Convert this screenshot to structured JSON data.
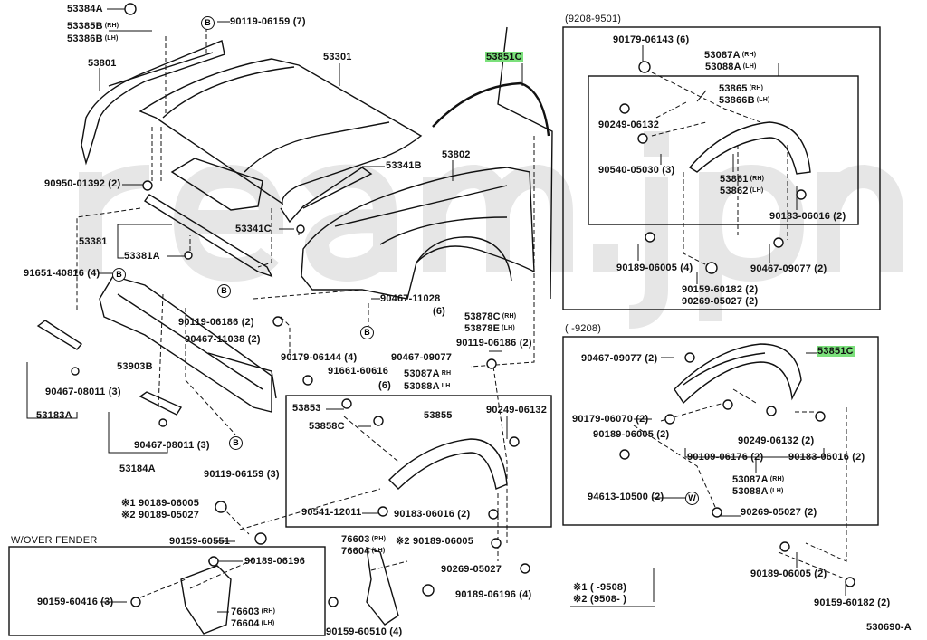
{
  "watermark": "ream.jpn",
  "highlight_color": "#7be07b",
  "labels": [
    {
      "text": "53384A"
    },
    {
      "text": "53385B",
      "sub": "(RH)"
    },
    {
      "text": "53386B",
      "sub": "(LH)"
    },
    {
      "text": "90119-06159 (7)"
    },
    {
      "text": "53801"
    },
    {
      "text": "53301"
    },
    {
      "text": "53851C",
      "highlight": true
    },
    {
      "text": "53802"
    },
    {
      "text": "53341B"
    },
    {
      "text": "90950-01392 (2)"
    },
    {
      "text": "53341C"
    },
    {
      "text": "53381"
    },
    {
      "text": "53381A"
    },
    {
      "text": "91651-40816 (4)"
    },
    {
      "text": "90467-11028"
    },
    {
      "text": "(6)"
    },
    {
      "text": "53878C",
      "sub": "(RH)"
    },
    {
      "text": "53878E",
      "sub": "(LH)"
    },
    {
      "text": "90119-06186 (2)"
    },
    {
      "text": "90119-06186 (2)"
    },
    {
      "text": "90467-11038 (2)"
    },
    {
      "text": "90179-06144 (4)"
    },
    {
      "text": "91661-60616"
    },
    {
      "text": "90467-09077"
    },
    {
      "text": "53087A",
      "sub": "RH"
    },
    {
      "text": "53088A",
      "sub": "LH"
    },
    {
      "text": "(6)"
    },
    {
      "text": "53903B"
    },
    {
      "text": "90467-08011 (3)"
    },
    {
      "text": "53183A"
    },
    {
      "text": "53853"
    },
    {
      "text": "53858C"
    },
    {
      "text": "53855"
    },
    {
      "text": "90249-06132"
    },
    {
      "text": "90467-08011 (3)"
    },
    {
      "text": "53184A"
    },
    {
      "text": "90119-06159 (3)"
    },
    {
      "text": "※1 90189-06005"
    },
    {
      "text": "※2 90189-05027"
    },
    {
      "text": "90541-12011"
    },
    {
      "text": "90183-06016 (2)"
    },
    {
      "text": "90159-60551"
    },
    {
      "text": "W/OVER FENDER",
      "plain": true
    },
    {
      "text": "76603",
      "sub": "(RH)"
    },
    {
      "text": "76604",
      "sub": "(LH)"
    },
    {
      "text": "※2 90189-06005"
    },
    {
      "text": "90269-05027"
    },
    {
      "text": "90189-06196"
    },
    {
      "text": "90159-60416 (3)"
    },
    {
      "text": "76603",
      "sub": "(RH)"
    },
    {
      "text": "76604",
      "sub": "(LH)"
    },
    {
      "text": "90159-60510 (4)"
    },
    {
      "text": "90189-06196 (4)"
    },
    {
      "text": "(9208-9501)",
      "plain": true
    },
    {
      "text": "90179-06143 (6)"
    },
    {
      "text": "53087A",
      "sub": "(RH)"
    },
    {
      "text": "53088A",
      "sub": "(LH)"
    },
    {
      "text": "53865",
      "sub": "(RH)"
    },
    {
      "text": "53866B",
      "sub": "(LH)"
    },
    {
      "text": "90249-06132"
    },
    {
      "text": "90540-05030 (3)"
    },
    {
      "text": "53861",
      "sub": "(RH)"
    },
    {
      "text": "53862",
      "sub": "(LH)"
    },
    {
      "text": "90183-06016 (2)"
    },
    {
      "text": "90189-06005 (4)"
    },
    {
      "text": "90467-09077 (2)"
    },
    {
      "text": "90159-60182 (2)"
    },
    {
      "text": "90269-05027 (2)"
    },
    {
      "text": "(        -9208)",
      "plain": true
    },
    {
      "text": "90467-09077 (2)"
    },
    {
      "text": "53851C",
      "highlight": true
    },
    {
      "text": "90179-06070 (2)"
    },
    {
      "text": "90189-06005 (2)"
    },
    {
      "text": "90109-06176 (2)"
    },
    {
      "text": "90249-06132 (2)"
    },
    {
      "text": "90183-06016 (2)"
    },
    {
      "text": "53087A",
      "sub": "(RH)"
    },
    {
      "text": "53088A",
      "sub": "(LH)"
    },
    {
      "text": "94613-10500 (2)"
    },
    {
      "text": "90269-05027 (2)"
    },
    {
      "text": "90189-06005 (2)"
    },
    {
      "text": "90159-60182 (2)"
    },
    {
      "text": "※1 (         -9508)"
    },
    {
      "text": "※2 (9508-         )"
    },
    {
      "text": "530690-A"
    }
  ],
  "callout_circles": [
    "B",
    "B",
    "B",
    "B",
    "B",
    "W"
  ]
}
